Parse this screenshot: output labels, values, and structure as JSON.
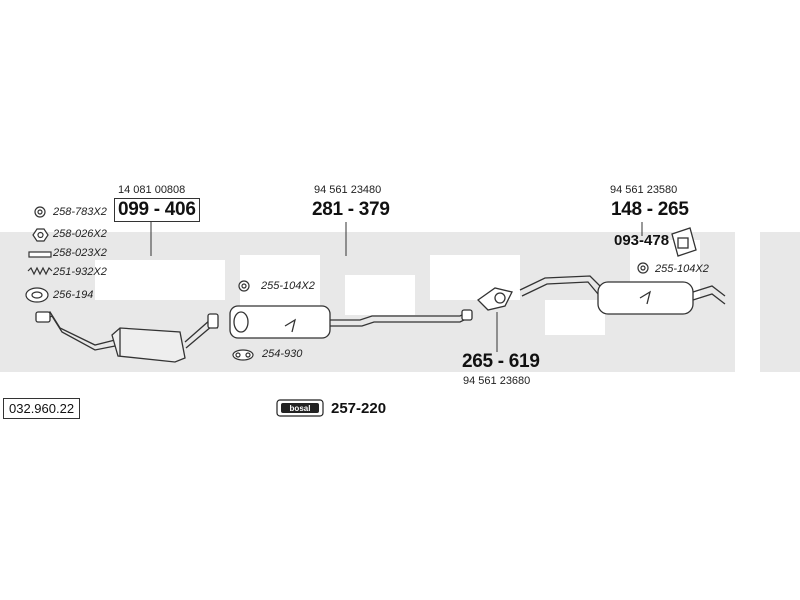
{
  "diagram": {
    "reference": "032.960.22",
    "parts": [
      {
        "oem": "14 081 00808",
        "code": "099 - 406"
      },
      {
        "oem": "94 561 23480",
        "code": "281 - 379"
      },
      {
        "oem": "94 561 23580",
        "code": "148 - 265"
      },
      {
        "oem": "",
        "code": "093-478"
      },
      {
        "oem": "94 561 23680",
        "code": "265 - 619"
      },
      {
        "oem": "",
        "code": "257-220"
      }
    ],
    "small_parts": [
      "258-783X2",
      "258-026X2",
      "258-023X2",
      "251-932X2",
      "256-194",
      "255-104X2",
      "254-930",
      "255-104X2"
    ],
    "logo_text": "bosal",
    "colors": {
      "watermark": "#e6e6e6",
      "line": "#333333"
    }
  }
}
